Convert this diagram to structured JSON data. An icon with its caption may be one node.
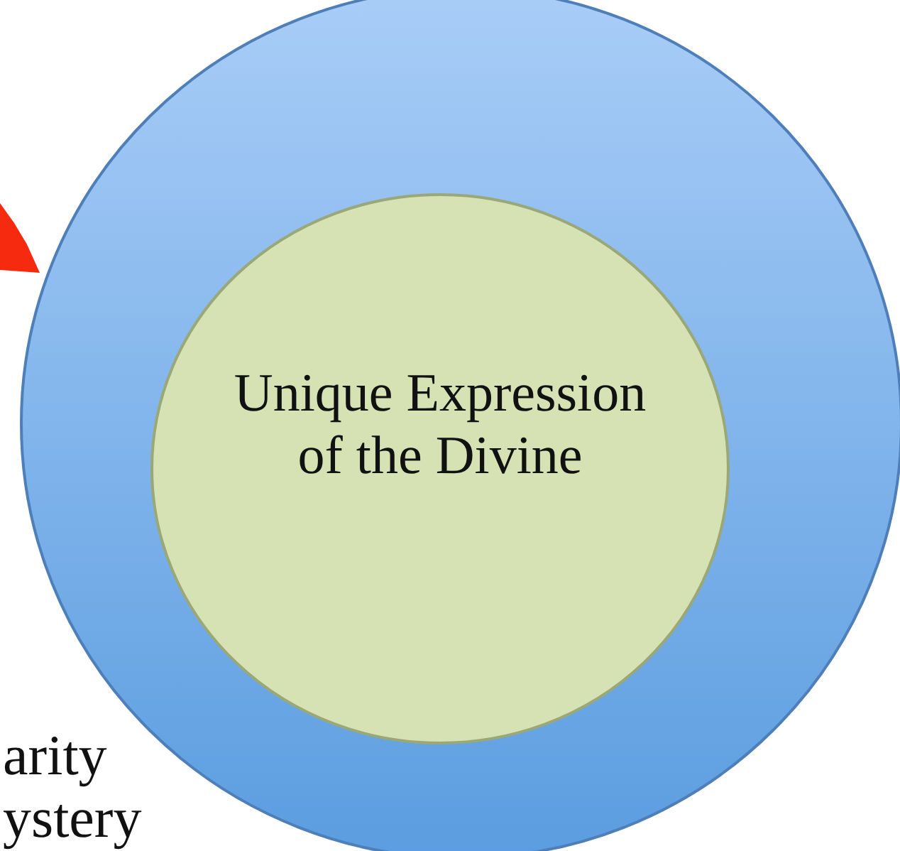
{
  "diagram": {
    "nodes": [
      {
        "text": [],
        "shape": "circle"
      },
      {
        "text": [
          "Unique Expression of the Divine"
        ],
        "in": 0
      }
    ],
    "labels": [
      "arity",
      "ystery"
    ]
  }
}
